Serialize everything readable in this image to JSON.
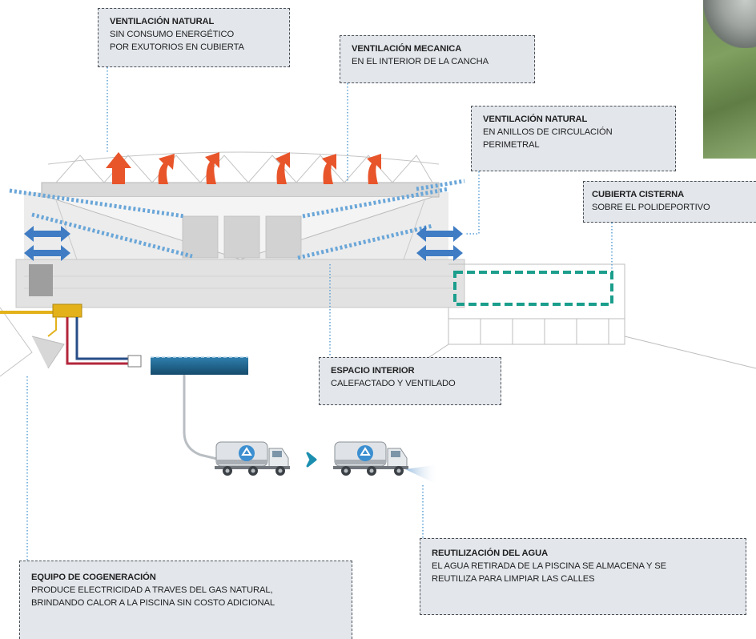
{
  "callouts": {
    "vent_nat_roof": {
      "title": "VENTILACIÓN NATURAL",
      "line1": "SIN CONSUMO ENERGÉTICO",
      "line2": "POR EXUTORIOS EN CUBIERTA"
    },
    "vent_mec": {
      "title": "VENTILACIÓN MECANICA",
      "line1": "EN EL INTERIOR DE LA CANCHA"
    },
    "vent_nat_rings": {
      "title": "VENTILACIÓN NATURAL",
      "line1": "EN ANILLOS DE CIRCULACIÓN",
      "line2": "PERIMETRAL"
    },
    "cistern": {
      "title": "CUBIERTA CISTERNA",
      "line1": "SOBRE EL POLIDEPORTIVO"
    },
    "interior": {
      "title": "ESPACIO INTERIOR",
      "line1": "CALEFACTADO Y VENTILADO"
    },
    "water": {
      "title": "REUTILIZACIÓN DEL AGUA",
      "line1": "EL AGUA RETIRADA DE LA PISCINA SE ALMACENA Y SE",
      "line2": "REUTILIZA PARA LIMPIAR LAS CALLES"
    },
    "cogen": {
      "title": "EQUIPO DE COGENERACIÓN",
      "line1": "PRODUCE ELECTRICIDAD A TRAVES DEL GAS NATURAL,",
      "line2": "BRINDANDO CALOR A LA PISCINA SIN COSTO ADICIONAL"
    }
  },
  "colors": {
    "exhaust_arrow": "#e8552b",
    "airflow_dash": "#6aa6d8",
    "cistern_frame": "#1b9e8c",
    "pool_water": "#1c5f86",
    "power_line": "#e3b11a",
    "hot_pipe": "#b3263b",
    "callout_fill": "#e3e7ec",
    "leader_dots": "#5aa0d6"
  },
  "icons": {
    "recycle": "recycle-icon",
    "truck": "water-truck-icon",
    "next": "chevron-right-icon"
  }
}
